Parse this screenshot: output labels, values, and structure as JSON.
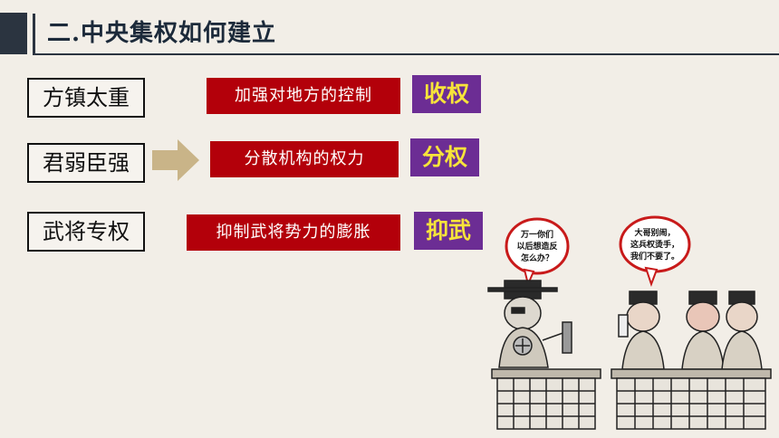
{
  "header": {
    "title": "二.中央集权如何建立"
  },
  "rows": [
    {
      "problem": "方镇太重",
      "measure": "加强对地方的控制",
      "result": "收权"
    },
    {
      "problem": "君弱臣强",
      "measure": "分散机构的权力",
      "result": "分权"
    },
    {
      "problem": "武将专权",
      "measure": "抑制武将势力的膨胀",
      "result": "抑武"
    }
  ],
  "illustration": {
    "bubble_left": [
      "万一你们",
      "以后想造反",
      "怎么办？"
    ],
    "bubble_right": [
      "大哥别闹，",
      "这兵权烫手，",
      "我们不要了。"
    ]
  },
  "colors": {
    "header_dark": "#2b3440",
    "measure_red": "#b3000a",
    "result_purple": "#6c2d94",
    "result_text_yellow": "#f7e43a",
    "arrow_gold": "#c9b488",
    "background": "#f2eee7"
  }
}
